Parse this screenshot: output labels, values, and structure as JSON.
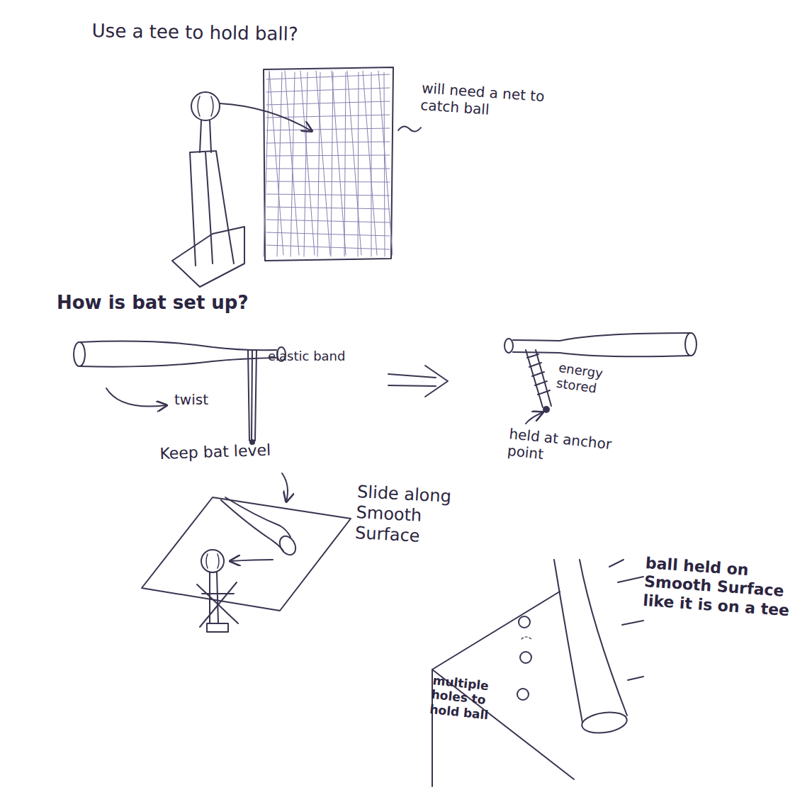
{
  "diagram": {
    "labels": [
      "Use a tee to hold ball?",
      "will need a net to catch ball",
      "How is bat set up?",
      "twist",
      "elastic band",
      "energy stored",
      "held at anchor point",
      "Keep bat level",
      "Slide along Smooth Surface",
      "ball held on Smooth Surface like it is on a tee",
      "multiple holes to hold ball"
    ]
  }
}
